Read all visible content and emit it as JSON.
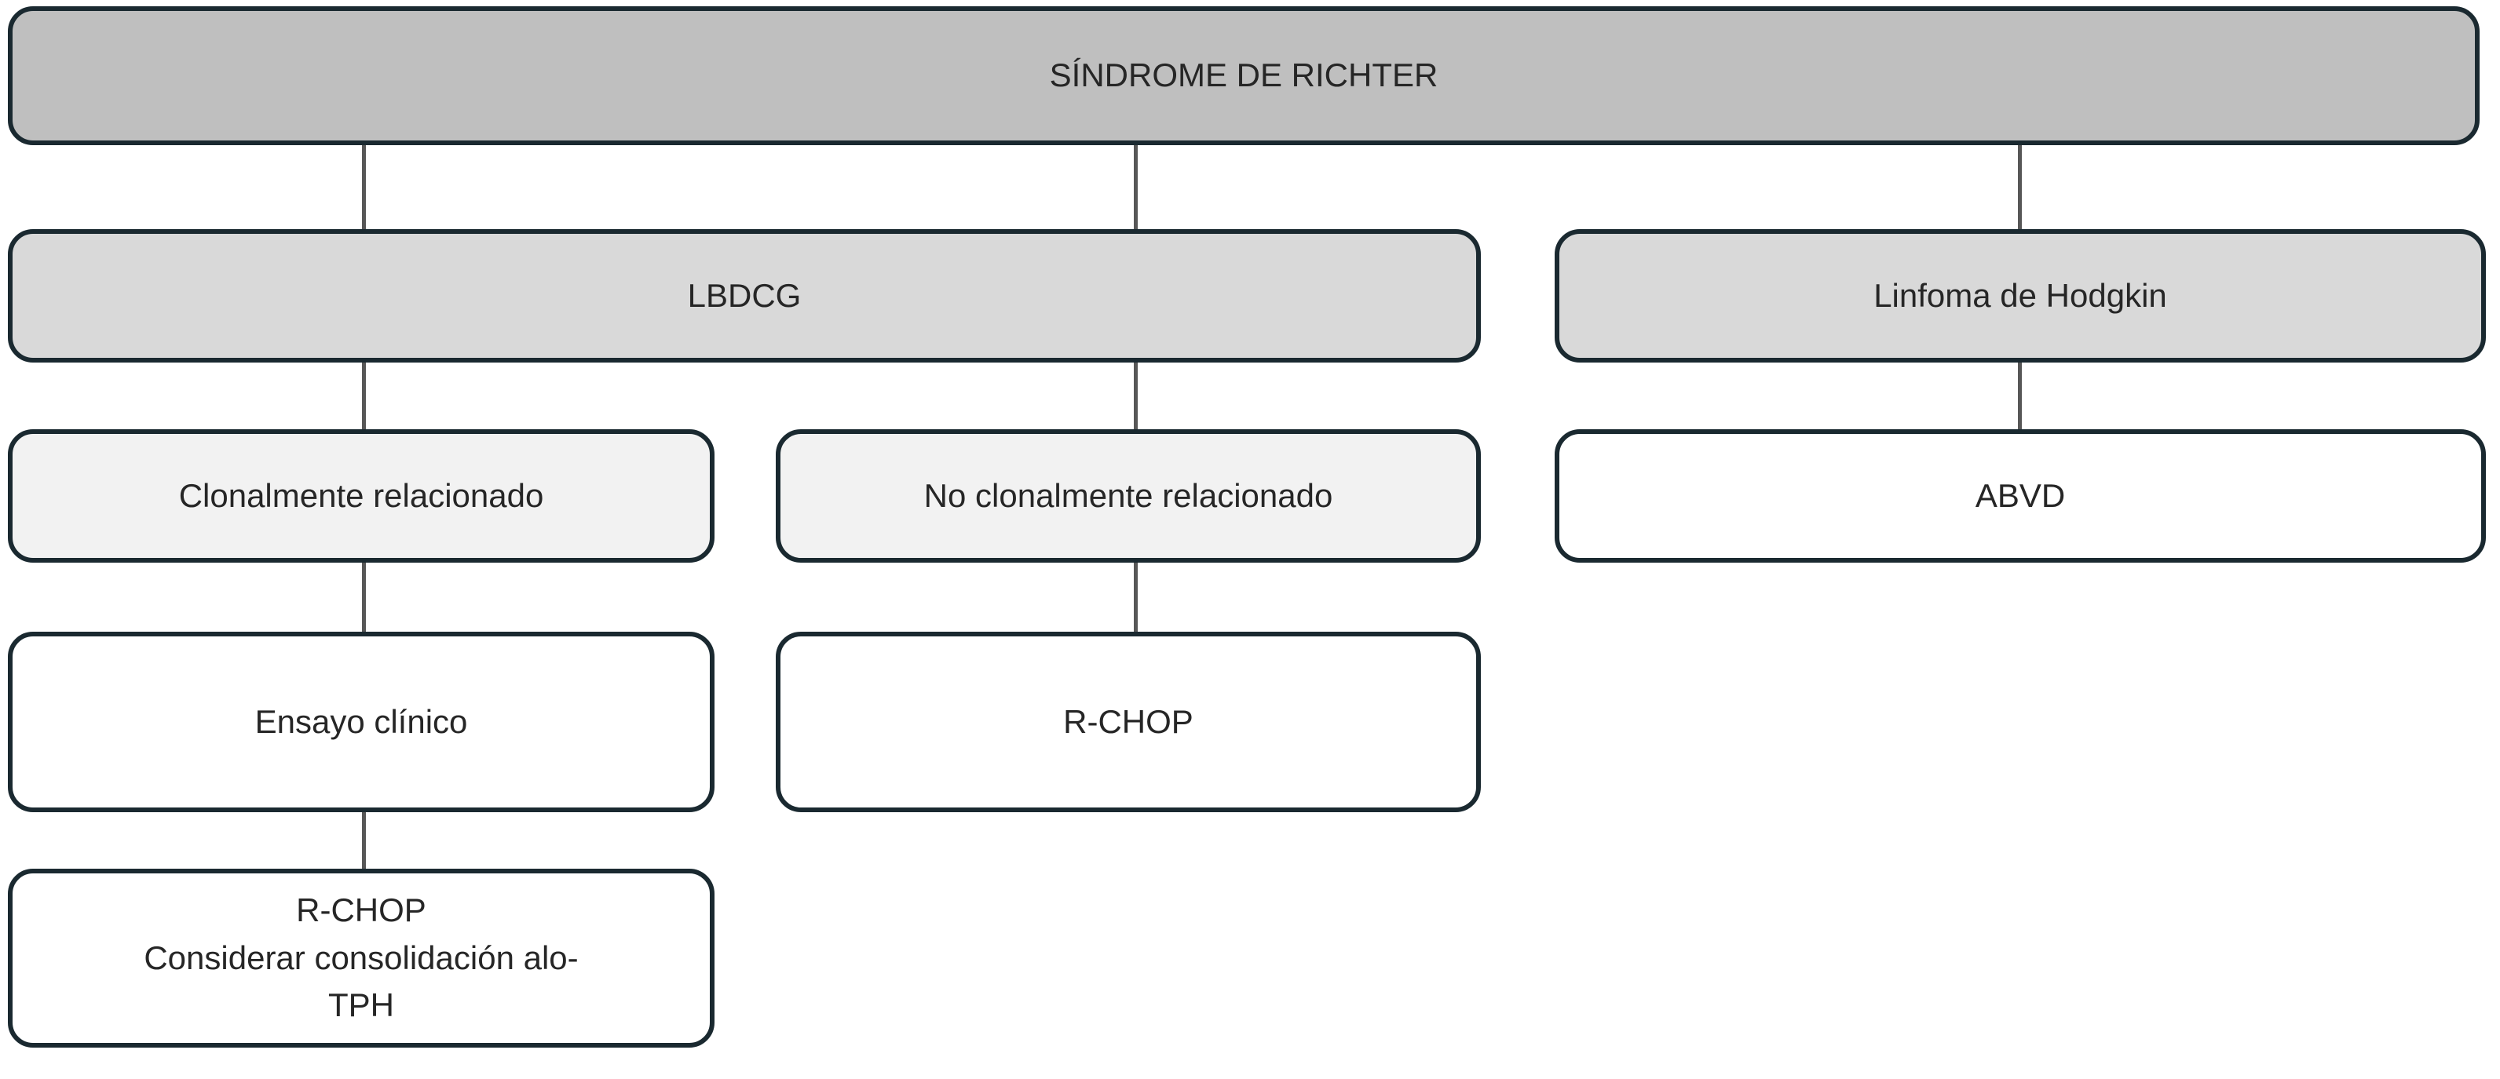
{
  "diagram": {
    "name": "Richter syndrome treatment flowchart",
    "root": {
      "label": "SÍNDROME DE RICHTER"
    },
    "level2": {
      "lbdcg": {
        "label": "LBDCG"
      },
      "hodgkin": {
        "label": "Linfoma de Hodgkin"
      }
    },
    "level3": {
      "clonal": {
        "label": "Clonalmente relacionado"
      },
      "no_clonal": {
        "label": "No clonalmente relacionado"
      },
      "abvd": {
        "label": "ABVD"
      }
    },
    "level4": {
      "ensayo": {
        "label": "Ensayo clínico"
      },
      "rchop": {
        "label": "R-CHOP"
      }
    },
    "level5": {
      "rchop_tph": {
        "label": "R-CHOP\nConsiderar consolidación alo-\nTPH"
      }
    },
    "colors": {
      "root_fill": "#bfbfbf",
      "level2_fill": "#d9d9d9",
      "level3_fill": "#f2f2f2",
      "leaf_fill": "#ffffff",
      "border": "#1a2930",
      "connector": "#575757",
      "text": "#262626",
      "background": "#ffffff"
    }
  }
}
